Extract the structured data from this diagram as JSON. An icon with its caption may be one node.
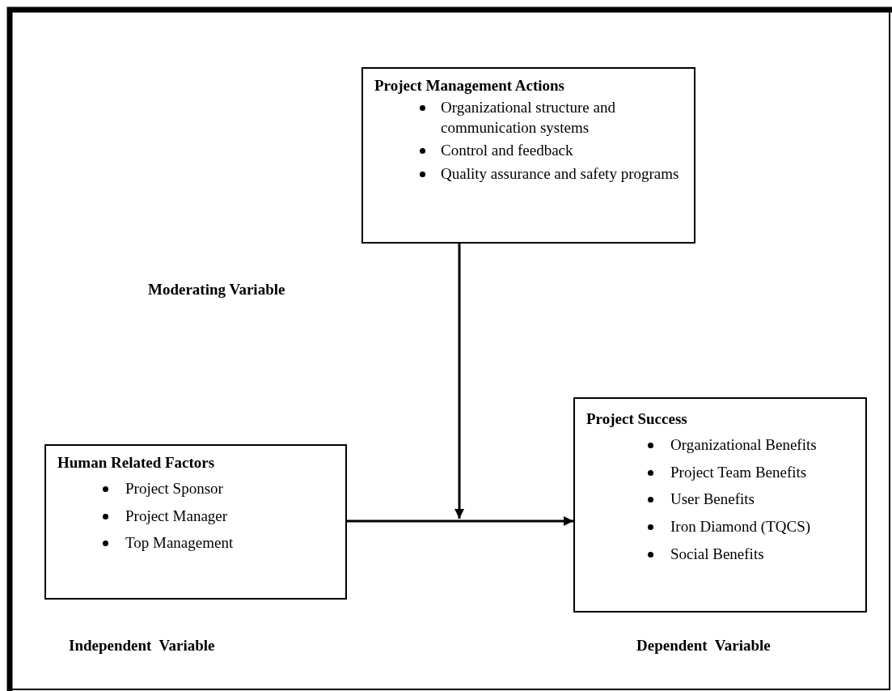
{
  "diagram": {
    "nodes": [
      {
        "text": [
          "Project Management Actions",
          "Organizational structure and communication systems",
          "Control and feedback",
          "Quality assurance and safety programs"
        ]
      },
      {
        "text": [
          "Human Related Factors",
          "Project Sponsor",
          "Project Manager",
          "Top Management"
        ]
      },
      {
        "text": [
          "Project Success",
          "Organizational Benefits",
          "Project Team Benefits",
          "User Benefits",
          "Iron Diamond (TQCS)",
          "Social Benefits"
        ]
      }
    ],
    "edges": [
      {
        "from": 1,
        "to": 2,
        "arrow": "to"
      },
      {
        "from": 0,
        "to": null,
        "arrow": "to"
      }
    ],
    "labels": [
      "Moderating Variable",
      "Independent  Variable",
      "Dependent  Variable"
    ]
  }
}
